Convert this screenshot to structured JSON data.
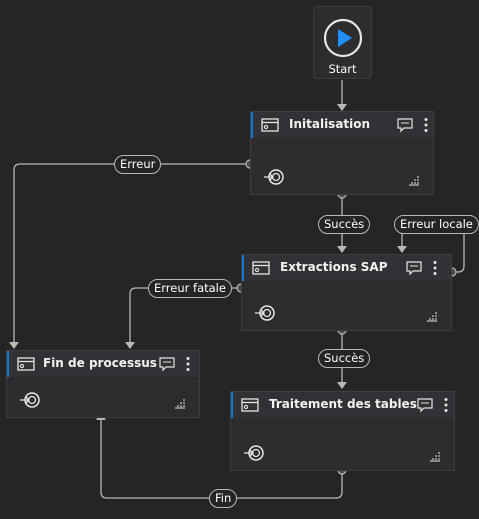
{
  "start": {
    "label": "Start"
  },
  "states": {
    "init": {
      "title": "Initalisation"
    },
    "extract": {
      "title": "Extractions SAP"
    },
    "fin": {
      "title": "Fin de processus"
    },
    "traitement": {
      "title": "Traitement des tables"
    }
  },
  "transitions": {
    "erreur": "Erreur",
    "succes1": "Succès",
    "erreur_locale": "Erreur locale",
    "erreur_fatale": "Erreur fatale",
    "succes2": "Succès",
    "fin": "Fin"
  },
  "colors": {
    "background": "#252526",
    "node": "#2d2d30",
    "accent": "#0e7ad8",
    "play": "#1f8fff",
    "connector": "#b8b8b8"
  },
  "icons": [
    "play-icon",
    "state-icon",
    "comment-icon",
    "more-menu-icon",
    "entry-icon",
    "resize-handle-icon"
  ]
}
